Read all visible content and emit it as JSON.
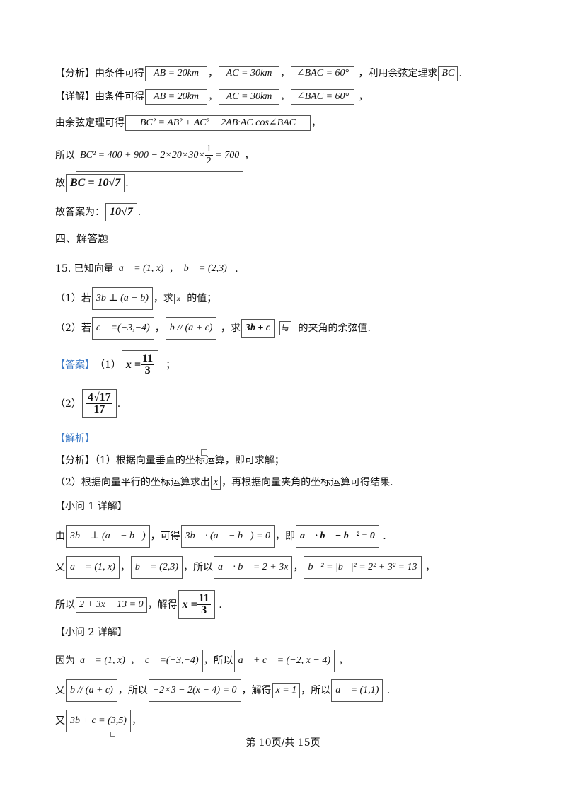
{
  "l1": {
    "pre": "【分析】由条件可得",
    "f1": "AB = 20km",
    "s1": "，",
    "f2": "AC = 30km",
    "s2": "，",
    "f3": "∠BAC = 60°",
    "s3": " ，利用余弦定理求",
    "f4": "BC",
    "end": "."
  },
  "l2": {
    "pre": "【详解】由条件可得",
    "f1": "AB = 20km",
    "s1": "，",
    "f2": "AC = 30km",
    "s2": "，",
    "f3": "∠BAC = 60°",
    "end": " ，"
  },
  "l3": {
    "pre": "由余弦定理可得",
    "f1": "BC² = AB² + AC² − 2AB·AC cos∠BAC",
    "end": "，"
  },
  "l4": {
    "pre": "所以",
    "f1a": "BC² = 400 + 900 − 2×20×30×",
    "num": "1",
    "den": "2",
    "f1b": " = 700",
    "end": "，"
  },
  "l5": {
    "pre": "故",
    "f1": "BC = 10√7",
    "end": "."
  },
  "l6": {
    "pre": "故答案为：",
    "f1": "10√7",
    "end": "."
  },
  "l7": {
    "text": "四、解答题"
  },
  "l8": {
    "pre": "15. 已知向量",
    "f1": "a⃗ = (1, x)",
    "s1": "，",
    "f2": "b⃗ = (2,3)",
    "end": " ."
  },
  "l9": {
    "pre": "（1）若",
    "f1": "3b ⊥ (a − b)",
    "s1": "，求",
    "f2": "x",
    "end": " 的值；"
  },
  "l10": {
    "pre": "（2）若",
    "f1": "c⃗ =(−3,−4)",
    "s1": "，",
    "f2": "b // (a + c)",
    "s2": " ，求",
    "f3": "3b + c",
    "s3": " ",
    "f4": "与",
    "end": "  的夹角的余弦值."
  },
  "l11": {
    "tag": "【答案】",
    "pre": "（1）",
    "f1": "x =",
    "num": "11",
    "den": "3",
    "end": "  ；"
  },
  "l12": {
    "pre": "（2）",
    "num": "4√17",
    "den": "17",
    "end": "."
  },
  "l13": {
    "tag": "【解析】"
  },
  "l14": {
    "text": "【分析】（1）根据向量垂直的坐标运算，即可求解；"
  },
  "l15": {
    "pre": "（2）根据向量平行的坐标运算求出",
    "f1": "x",
    "end": "，再根据向量夹角的坐标运算可得结果."
  },
  "l16": {
    "text": "【小问 1 详解】"
  },
  "l17": {
    "pre": "由",
    "f1": "3b⃗ ⊥ (a⃗ − b⃗)",
    "s1": "，可得",
    "f2": "3b⃗ · (a⃗ − b⃗) = 0",
    "s2": "，即",
    "f3": "a⃗ · b⃗ − b⃗² = 0",
    "end": " ."
  },
  "l18": {
    "pre": "又",
    "f1": "a⃗ = (1, x)",
    "s1": "，",
    "f2": "b⃗ = (2,3)",
    "s2": "，所以",
    "f3": "a⃗ · b⃗ = 2 + 3x",
    "s3": "，",
    "f4": "b⃗² = |b⃗|² = 2² + 3² = 13",
    "end": " ，"
  },
  "l19": {
    "pre": "所以",
    "f1": "2 + 3x − 13 = 0",
    "s1": "，解得",
    "f2": "x =",
    "num": "11",
    "den": "3",
    "end": " ."
  },
  "l20": {
    "text": "【小问 2 详解】"
  },
  "l21": {
    "pre": "因为",
    "f1": "a⃗ = (1, x)",
    "s1": "，",
    "f2": "c⃗ =(−3,−4)",
    "s2": "，所以",
    "f3": "a⃗ + c⃗ = (−2, x − 4)",
    "end": " ，"
  },
  "l22": {
    "pre": "又",
    "f1": "b // (a + c)",
    "s1": "，所以",
    "f2": "−2×3 − 2(x − 4) = 0",
    "s2": "，解得",
    "f3": "x = 1",
    "s3": "，所以",
    "f4": "a⃗ = (1,1)",
    "end": " ."
  },
  "l23": {
    "pre": "又",
    "f1": "3b + c = (3,5)",
    "end": "，"
  },
  "footer": {
    "text": "第 10页/共 15页"
  },
  "colors": {
    "accent": "#3d7bc8",
    "text": "#111111",
    "box": "#555555"
  }
}
